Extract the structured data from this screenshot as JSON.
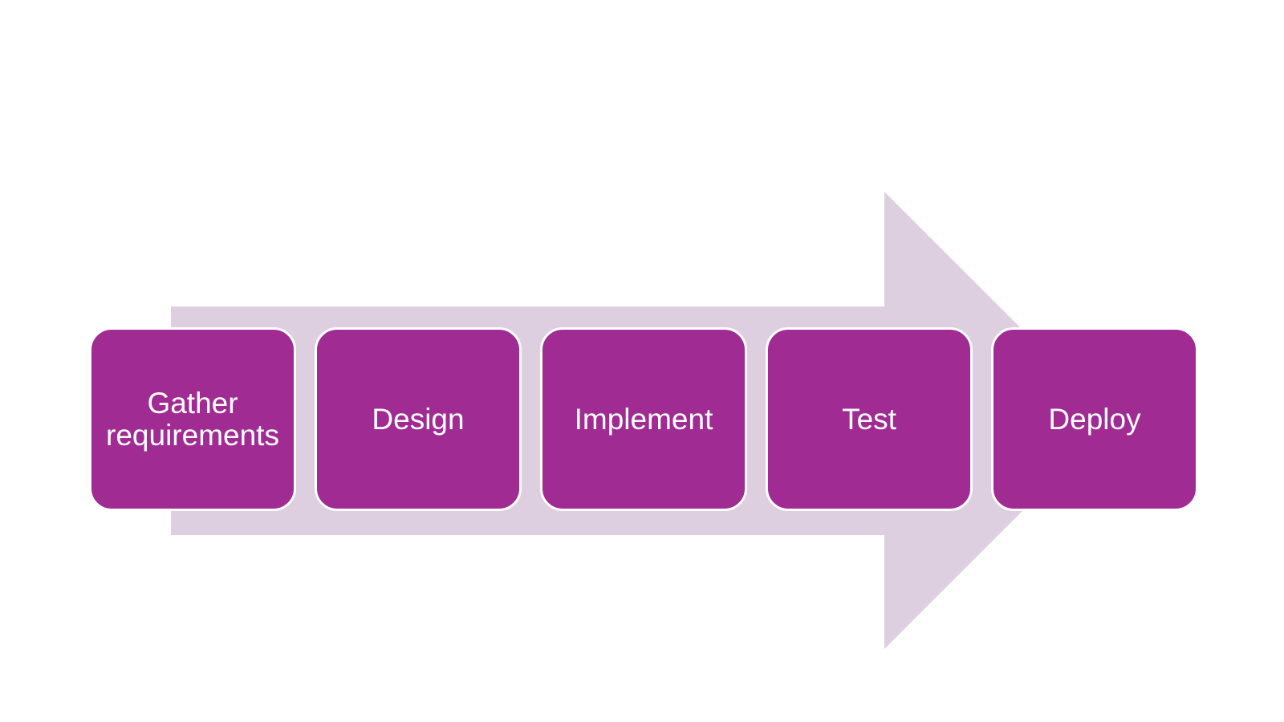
{
  "page": {
    "background": "#FFFFFF"
  },
  "diagram": {
    "kind": "horizontal-process-arrow",
    "steps": [
      {
        "label": "Gather requirements"
      },
      {
        "label": "Design"
      },
      {
        "label": "Implement"
      },
      {
        "label": "Test"
      },
      {
        "label": "Deploy"
      }
    ]
  },
  "colors": {
    "step_fill": "#A02B93",
    "step_border": "#FFFFFF",
    "step_text": "#FFFFFF",
    "arrow_fill": "#DDCFE0",
    "background": "#FFFFFF"
  }
}
